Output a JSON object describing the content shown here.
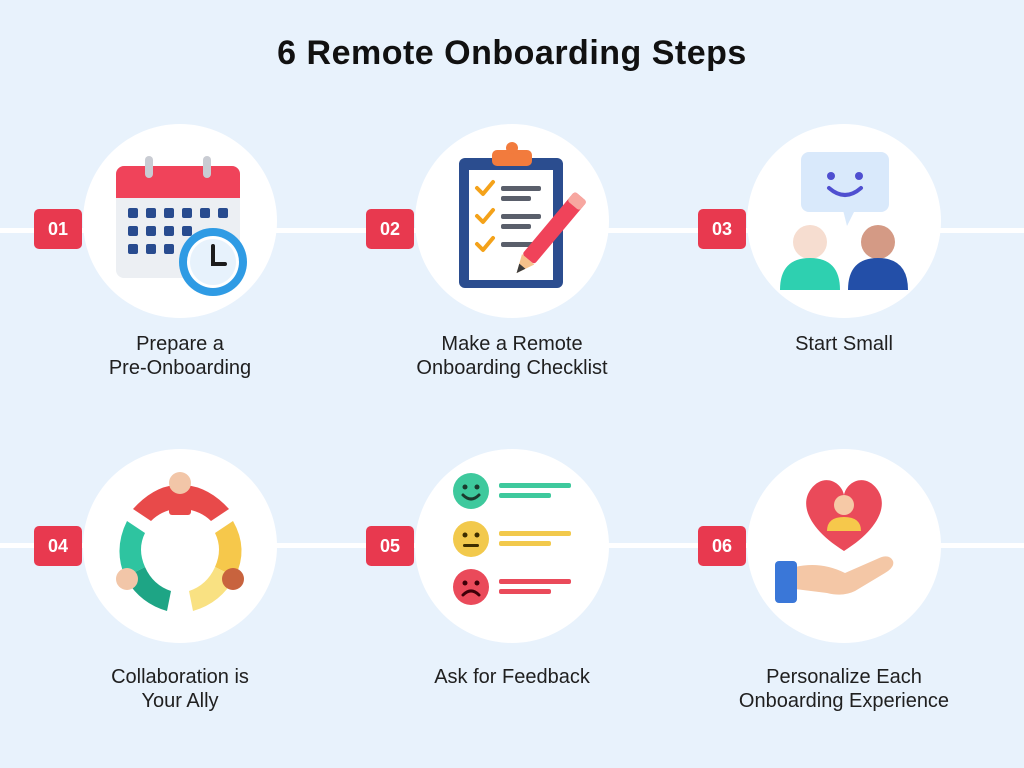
{
  "title": "6 Remote Onboarding Steps",
  "colors": {
    "background": "#e8f2fc",
    "badge": "#e8394f",
    "circle": "#ffffff"
  },
  "steps": [
    {
      "number": "01",
      "label_lines": [
        "Prepare a",
        "Pre-Onboarding"
      ],
      "icon": "calendar-clock-icon"
    },
    {
      "number": "02",
      "label_lines": [
        "Make a Remote",
        "Onboarding Checklist"
      ],
      "icon": "clipboard-checklist-icon"
    },
    {
      "number": "03",
      "label_lines": [
        "Start Small"
      ],
      "icon": "people-chat-icon"
    },
    {
      "number": "04",
      "label_lines": [
        "Collaboration is",
        "Your Ally"
      ],
      "icon": "collaboration-circle-icon"
    },
    {
      "number": "05",
      "label_lines": [
        "Ask for Feedback"
      ],
      "icon": "feedback-faces-icon"
    },
    {
      "number": "06",
      "label_lines": [
        "Personalize Each",
        "Onboarding Experience"
      ],
      "icon": "hand-heart-person-icon"
    }
  ]
}
